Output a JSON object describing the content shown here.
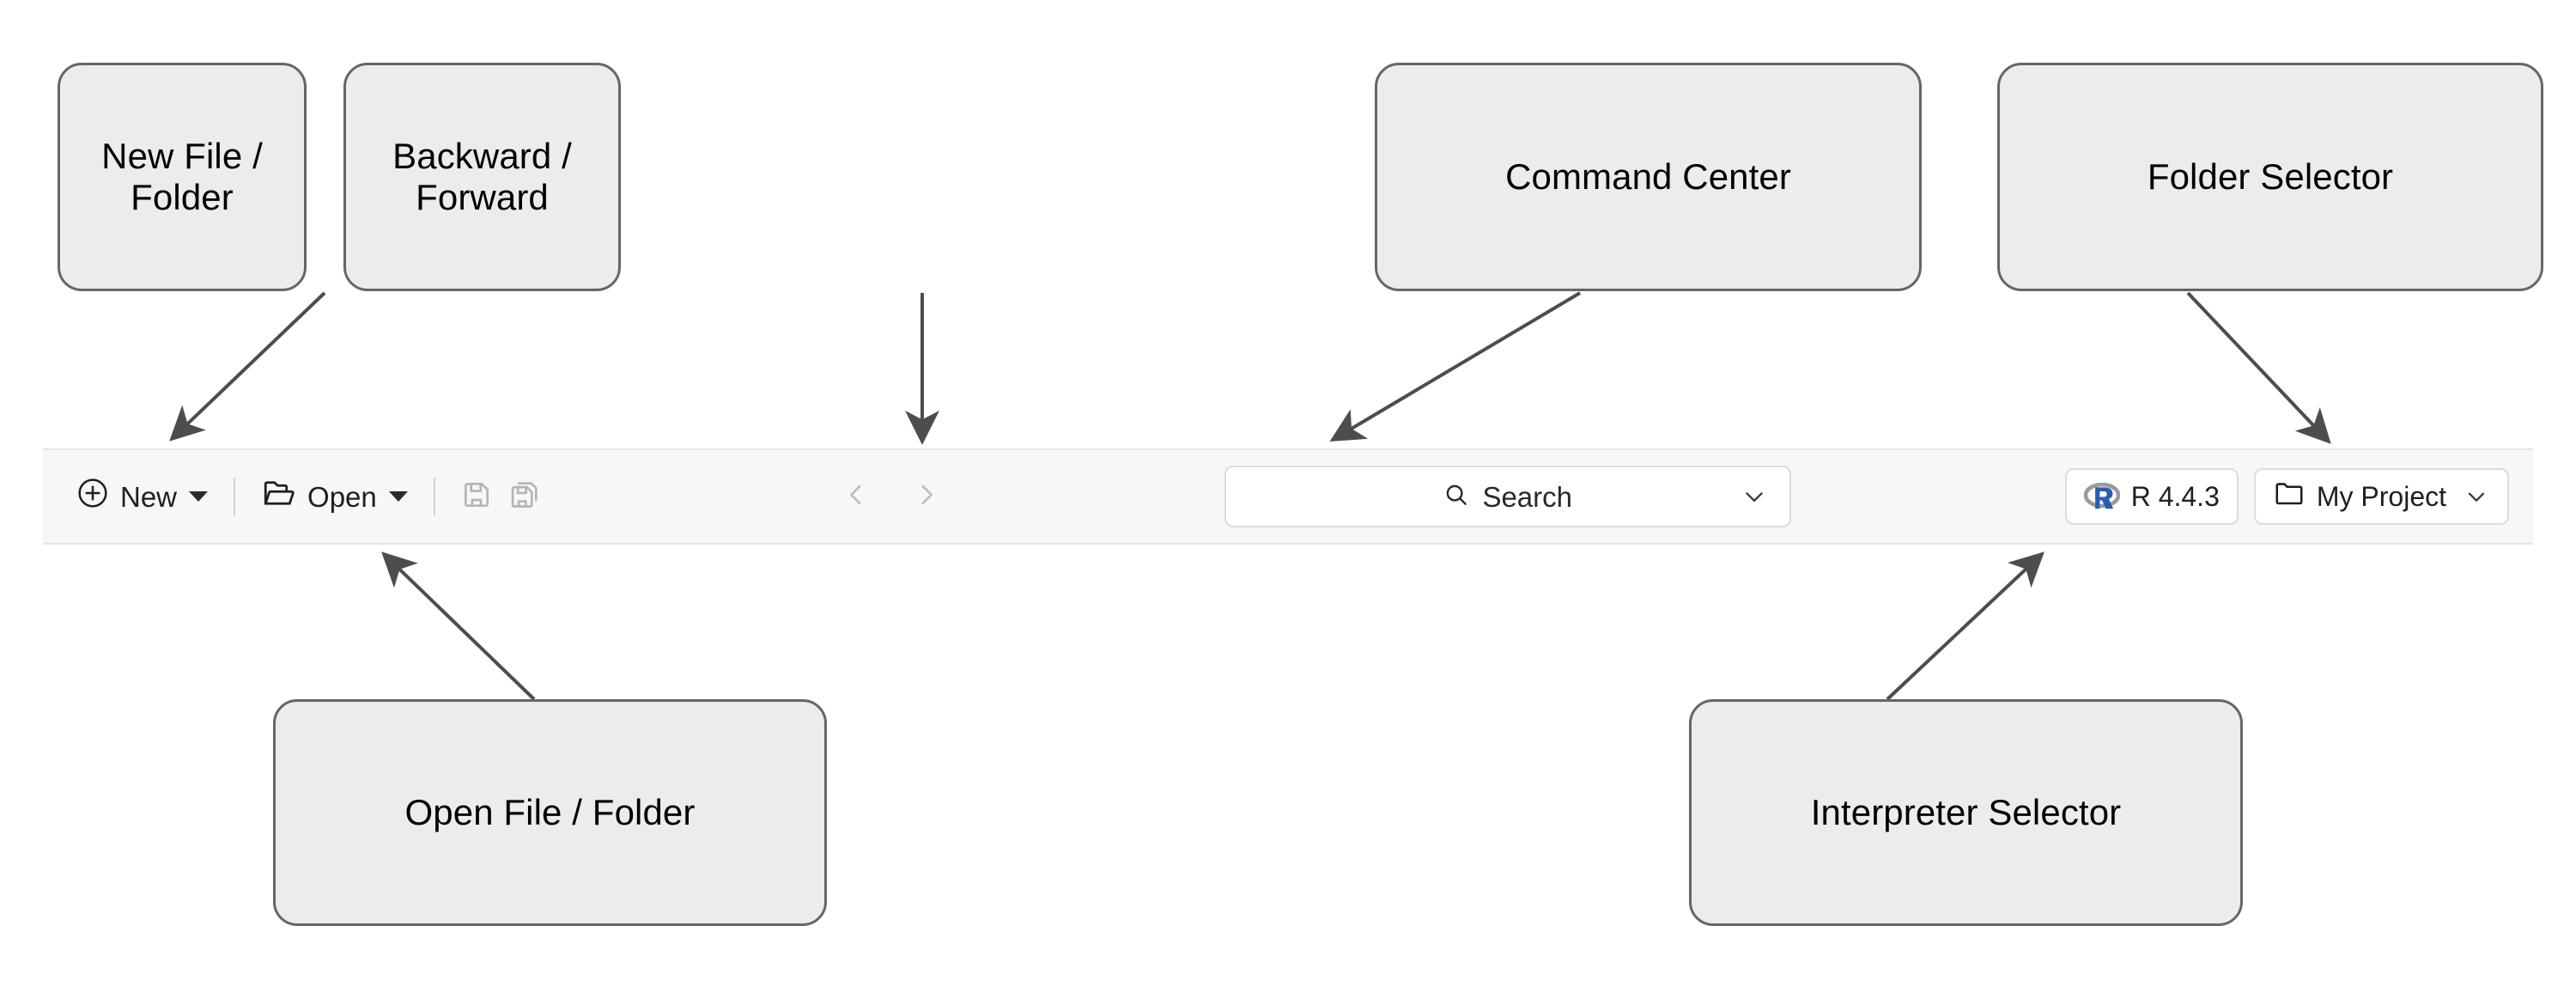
{
  "annotations": {
    "boxes": [
      {
        "id": "new-file-folder",
        "label": "New File / Folder"
      },
      {
        "id": "backward-forward",
        "label": "Backward / Forward"
      },
      {
        "id": "command-center",
        "label": "Command Center"
      },
      {
        "id": "folder-selector",
        "label": "Folder Selector"
      },
      {
        "id": "open-file-folder",
        "label": "Open File / Folder"
      },
      {
        "id": "interpreter-selector",
        "label": "Interpreter Selector"
      }
    ],
    "box_fill": "#ececec",
    "box_border": "#666666",
    "arrow_color": "#4d4d4d"
  },
  "toolbar": {
    "background": "#f7f7f7",
    "border": "#e6e6e6",
    "new_label": "New",
    "new_icon": "plus-circle-icon",
    "new_caret_icon": "caret-down-icon",
    "open_label": "Open",
    "open_icon": "folder-open-icon",
    "open_caret_icon": "caret-down-icon",
    "save_icon": "save-icon",
    "save_all_icon": "save-all-icon",
    "back_icon": "chevron-left-icon",
    "forward_icon": "chevron-right-icon",
    "search": {
      "icon": "search-icon",
      "placeholder": "Search",
      "chevron_icon": "chevron-down-icon"
    },
    "interpreter": {
      "icon": "r-logo-icon",
      "label": "R 4.4.3",
      "logo_ring_color": "#9a9a9a",
      "logo_letter_color": "#2a5db0"
    },
    "folder": {
      "icon": "folder-icon",
      "label": "My Project",
      "chevron_icon": "chevron-down-icon"
    }
  }
}
